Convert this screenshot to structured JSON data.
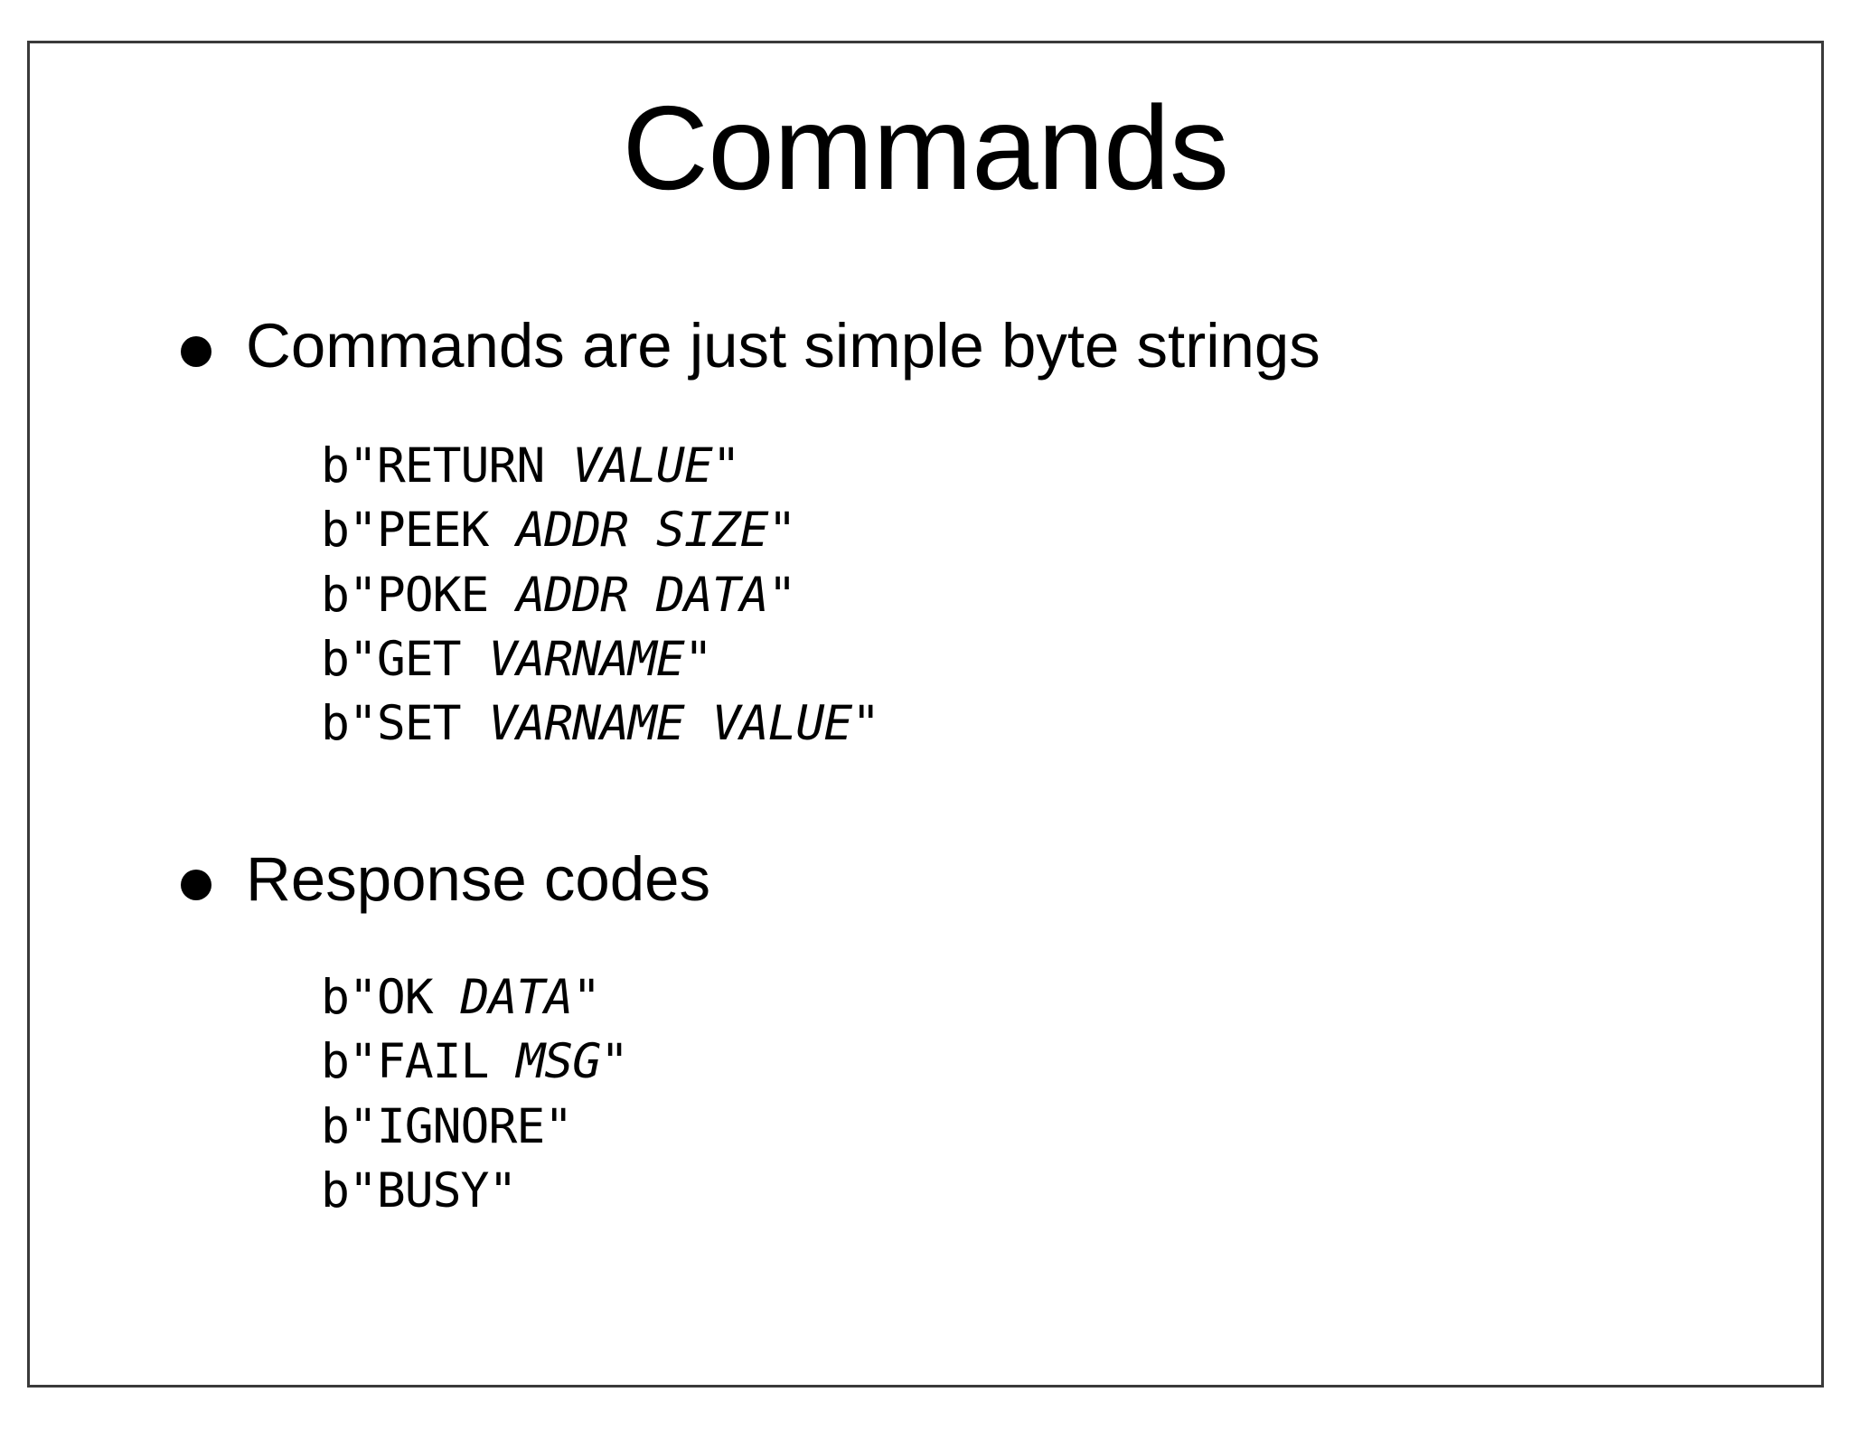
{
  "slide": {
    "title": "Commands",
    "sections": [
      {
        "bullet": "Commands are just simple byte strings",
        "code_lines": [
          {
            "prefix": "b\"RETURN ",
            "param": "VALUE",
            "suffix": "\"",
            "full": "b\"RETURN VALUE\""
          },
          {
            "prefix": "b\"PEEK ",
            "param": "ADDR SIZE",
            "suffix": "\"",
            "full": "b\"PEEK ADDR SIZE\""
          },
          {
            "prefix": "b\"POKE ",
            "param": "ADDR DATA",
            "suffix": "\"",
            "full": "b\"POKE ADDR DATA\""
          },
          {
            "prefix": "b\"GET ",
            "param": "VARNAME",
            "suffix": "\"",
            "full": "b\"GET VARNAME\""
          },
          {
            "prefix": "b\"SET ",
            "param": "VARNAME VALUE",
            "suffix": "\"",
            "full": "b\"SET VARNAME VALUE\""
          }
        ]
      },
      {
        "bullet": "Response codes",
        "code_lines": [
          {
            "prefix": "b\"OK ",
            "param": "DATA",
            "suffix": "\"",
            "full": "b\"OK DATA\""
          },
          {
            "prefix": "b\"FAIL ",
            "param": "MSG",
            "suffix": "\"",
            "full": "b\"FAIL MSG\""
          },
          {
            "prefix": "b\"IGNORE\"",
            "param": "",
            "suffix": "",
            "full": "b\"IGNORE\""
          },
          {
            "prefix": "b\"BUSY\"",
            "param": "",
            "suffix": "",
            "full": "b\"BUSY\""
          }
        ]
      }
    ],
    "colors": {
      "background": "#ffffff",
      "text": "#000000",
      "frame_border": "#3a3a3a"
    }
  }
}
